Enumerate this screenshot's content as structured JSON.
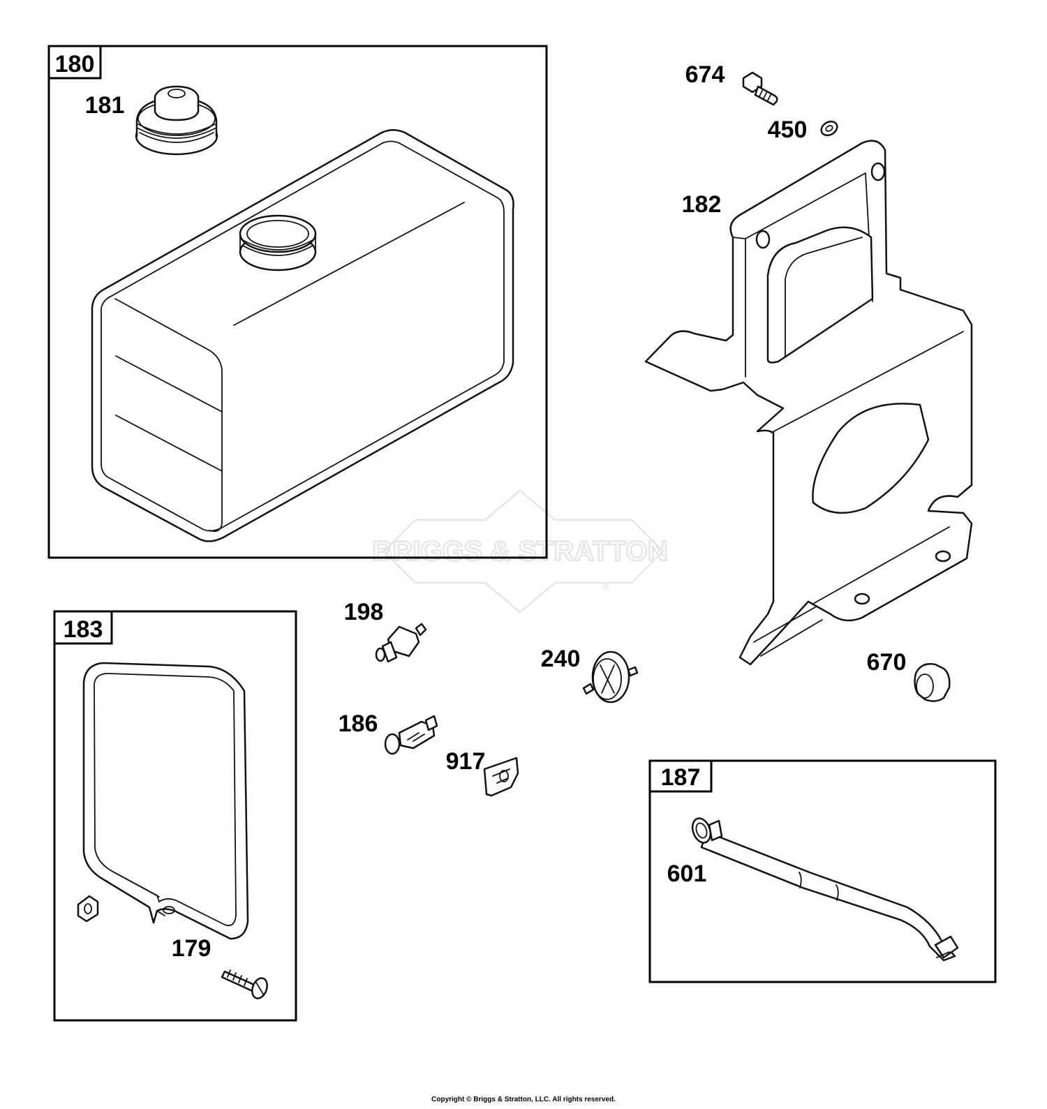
{
  "watermark": {
    "text": "BRIGGS & STRATTON",
    "mark": "®"
  },
  "groups": [
    {
      "id": "180",
      "label": "180"
    },
    {
      "id": "183",
      "label": "183"
    },
    {
      "id": "187",
      "label": "187"
    }
  ],
  "callouts": {
    "p181": "181",
    "p674": "674",
    "p450": "450",
    "p182": "182",
    "p198": "198",
    "p240": "240",
    "p670": "670",
    "p186": "186",
    "p917": "917",
    "p179": "179",
    "p601": "601"
  },
  "footer": {
    "copyright": "Copyright © Briggs & Stratton, LLC. All rights reserved."
  },
  "colors": {
    "line": "#000000",
    "watermark": "#e6e6e6",
    "background": "#ffffff"
  }
}
